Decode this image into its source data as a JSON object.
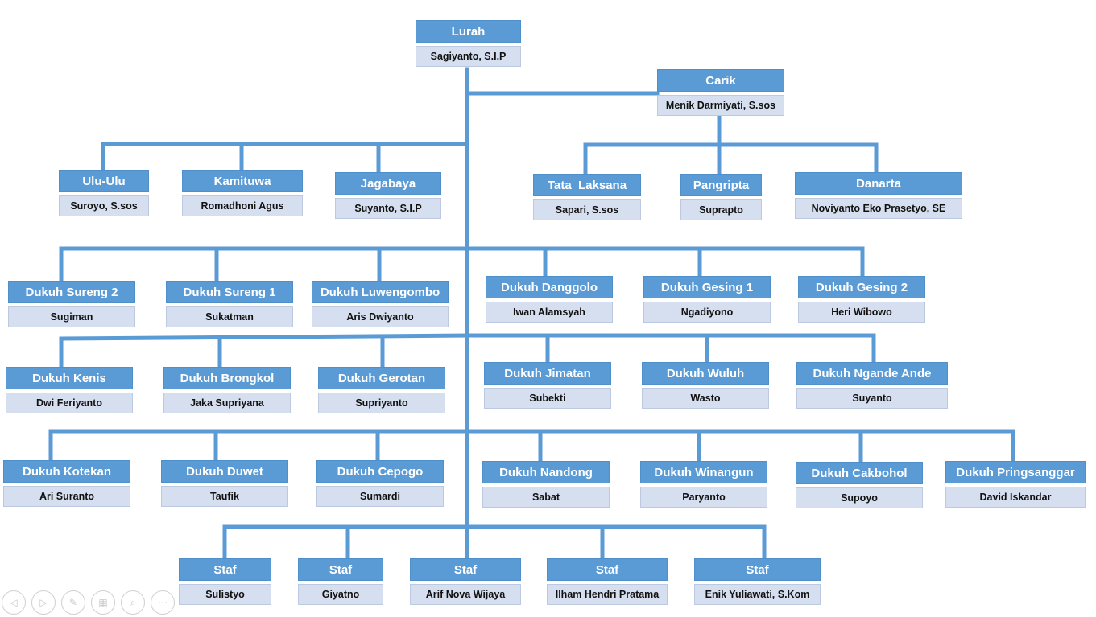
{
  "org_chart": {
    "top": [
      {
        "title": "Lurah",
        "name": "Sagiyanto, S.I.P"
      },
      {
        "title": "Carik",
        "name": "Menik Darmiyati, S.sos"
      }
    ],
    "officials": [
      {
        "title": "Ulu-Ulu",
        "name": "Suroyo, S.sos"
      },
      {
        "title": "Kamituwa",
        "name": "Romadhoni Agus"
      },
      {
        "title": "Jagabaya",
        "name": "Suyanto, S.I.P"
      },
      {
        "title": "Tata  Laksana",
        "name": "Sapari, S.sos"
      },
      {
        "title": "Pangripta",
        "name": "Suprapto"
      },
      {
        "title": "Danarta",
        "name": "Noviyanto Eko Prasetyo, SE"
      }
    ],
    "dukuh_row1": [
      {
        "title": "Dukuh Sureng 2",
        "name": "Sugiman"
      },
      {
        "title": "Dukuh Sureng 1",
        "name": "Sukatman"
      },
      {
        "title": "Dukuh Luwengombo",
        "name": "Aris Dwiyanto"
      },
      {
        "title": "Dukuh Danggolo",
        "name": "Iwan Alamsyah"
      },
      {
        "title": "Dukuh Gesing 1",
        "name": "Ngadiyono"
      },
      {
        "title": "Dukuh Gesing 2",
        "name": "Heri Wibowo"
      }
    ],
    "dukuh_row2": [
      {
        "title": "Dukuh Kenis",
        "name": "Dwi Feriyanto"
      },
      {
        "title": "Dukuh Brongkol",
        "name": "Jaka Supriyana"
      },
      {
        "title": "Dukuh Gerotan",
        "name": "Supriyanto"
      },
      {
        "title": "Dukuh Jimatan",
        "name": "Subekti"
      },
      {
        "title": "Dukuh Wuluh",
        "name": "Wasto"
      },
      {
        "title": "Dukuh Ngande Ande",
        "name": "Suyanto"
      }
    ],
    "dukuh_row3": [
      {
        "title": "Dukuh Kotekan",
        "name": "Ari Suranto"
      },
      {
        "title": "Dukuh Duwet",
        "name": "Taufik"
      },
      {
        "title": "Dukuh Cepogo",
        "name": "Sumardi"
      },
      {
        "title": "Dukuh Nandong",
        "name": "Sabat"
      },
      {
        "title": "Dukuh Winangun",
        "name": "Paryanto"
      },
      {
        "title": "Dukuh Cakbohol",
        "name": "Supoyo"
      },
      {
        "title": "Dukuh Pringsanggar",
        "name": "David Iskandar"
      }
    ],
    "staff": [
      {
        "title": "Staf",
        "name": "Sulistyo"
      },
      {
        "title": "Staf",
        "name": "Giyatno"
      },
      {
        "title": "Staf",
        "name": "Arif Nova Wijaya"
      },
      {
        "title": "Staf",
        "name": "Ilham Hendri Pratama"
      },
      {
        "title": "Staf",
        "name": "Enik Yuliawati, S.Kom"
      }
    ]
  },
  "colors": {
    "connector": "#5b9bd5",
    "title_fill": "#5b9bd5",
    "name_fill": "#d6dfef"
  },
  "slide_controls": {
    "icons": [
      "previous-icon",
      "next-icon",
      "pen-icon",
      "slides-icon",
      "zoom-icon",
      "more-icon"
    ],
    "glyphs": [
      "◁",
      "▷",
      "✎",
      "▦",
      "⌕",
      "⋯"
    ]
  }
}
